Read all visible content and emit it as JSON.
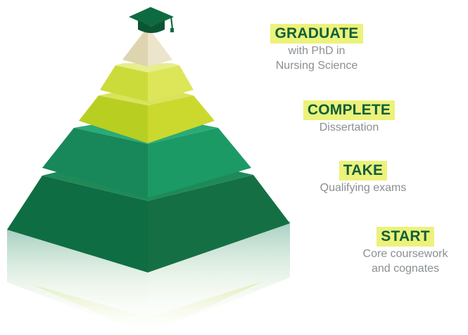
{
  "steps": [
    {
      "title": "GRADUATE",
      "desc_lines": [
        "with PhD in",
        "Nursing Science"
      ]
    },
    {
      "title": "COMPLETE",
      "desc_lines": [
        "Dissertation"
      ]
    },
    {
      "title": "TAKE",
      "desc_lines": [
        "Qualifying exams"
      ]
    },
    {
      "title": "START",
      "desc_lines": [
        "Core coursework",
        "and cognates"
      ]
    }
  ],
  "pyramid_levels": [
    {
      "name": "top",
      "color": "#e7dcbf"
    },
    {
      "name": "upper",
      "color": "#cfdd3b"
    },
    {
      "name": "middle",
      "color": "#1c9a66"
    },
    {
      "name": "base",
      "color": "#137a4d"
    }
  ],
  "icons": {
    "cap": "graduation-cap-icon"
  }
}
